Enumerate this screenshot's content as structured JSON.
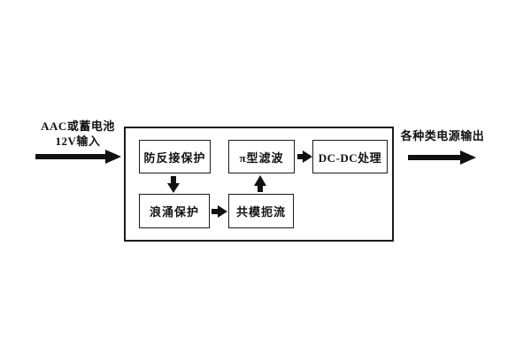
{
  "diagram": {
    "input": {
      "line1": "AAC或蓄电池",
      "line2": "12V输入"
    },
    "output": {
      "label": "各种类电源输出"
    },
    "blocks": [
      {
        "id": "reverse-protection",
        "label": "防反接保护"
      },
      {
        "id": "pi-filter",
        "label": "π型滤波"
      },
      {
        "id": "dc-dc-processing",
        "label": "DC-DC处理"
      },
      {
        "id": "surge-protection",
        "label": "浪涌保护"
      },
      {
        "id": "common-mode-choke",
        "label": "共模扼流"
      }
    ],
    "flow": [
      "input -> reverse-protection",
      "reverse-protection -> surge-protection",
      "surge-protection -> common-mode-choke",
      "common-mode-choke -> pi-filter",
      "pi-filter -> dc-dc-processing",
      "dc-dc-processing -> output"
    ],
    "colors": {
      "ink": "#111111",
      "background": "#ffffff"
    }
  }
}
